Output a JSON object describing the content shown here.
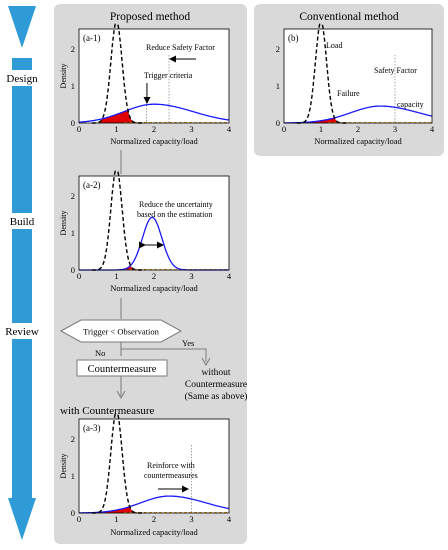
{
  "stages": [
    "Design",
    "Build",
    "Review"
  ],
  "proposed": {
    "title": "Proposed method",
    "panels": {
      "a1": {
        "tag": "(a-1)",
        "ylabel": "Density",
        "xlabel": "Normalized capacity/load",
        "xticks": [
          "0",
          "1",
          "2",
          "3",
          "4"
        ],
        "yticks": [
          "0",
          "1",
          "2"
        ],
        "annotations": {
          "reduce_sf": "Reduce Safety Factor",
          "trigger": "Trigger criteria"
        }
      },
      "a2": {
        "tag": "(a-2)",
        "ylabel": "Density",
        "xlabel": "Normalized capacity/load",
        "xticks": [
          "0",
          "1",
          "2",
          "3",
          "4"
        ],
        "yticks": [
          "0",
          "1",
          "2"
        ],
        "annotations": {
          "line1": "Reduce the uncertainty",
          "line2": "based on the estimation"
        }
      },
      "a3": {
        "tag": "(a-3)",
        "ylabel": "Density",
        "xlabel": "Normalized capacity/load",
        "xticks": [
          "0",
          "1",
          "2",
          "3",
          "4"
        ],
        "yticks": [
          "0",
          "1",
          "2"
        ],
        "annotations": {
          "line1": "Reinforce with",
          "line2": "countermeasures"
        }
      }
    },
    "flow": {
      "decision": "Trigger < Observation",
      "no": "No",
      "yes": "Yes",
      "countermeasure": "Countermeasure",
      "without": [
        "without",
        "Countermeasure",
        "(Same as above)"
      ],
      "with": "with Countermeasure"
    }
  },
  "conventional": {
    "title": "Conventional method",
    "panel": {
      "tag": "(b)",
      "xlabel": "Normalized capacity/load",
      "xticks": [
        "0",
        "1",
        "2",
        "3",
        "4"
      ],
      "yticks": [
        "0",
        "1",
        "2"
      ],
      "annotations": {
        "load": "Load",
        "failure": "Failure",
        "safety_factor": "Safety Factor",
        "capacity": "capacity"
      }
    }
  },
  "colors": {
    "panel_bg": "#d9d9d9",
    "arrow_blue": "#2e9bd6",
    "capacity_curve": "#1a1aff",
    "load_curve": "#000000",
    "failure_fill": "#e00000",
    "guide_line": "#8c8c8c"
  },
  "chart_data": [
    {
      "type": "line",
      "id": "a-1",
      "xlim": [
        0,
        4
      ],
      "ylim": [
        0,
        2.5
      ],
      "series": [
        {
          "name": "Load",
          "style": "dashed",
          "mean": 1.0,
          "sd": 0.15,
          "peak": 2.7
        },
        {
          "name": "Capacity",
          "mean": 2.0,
          "sd": 0.8,
          "peak": 0.5,
          "skew": 0.15
        }
      ],
      "markers": {
        "trigger_x": 1.8,
        "safety_factor_x": 2.4
      }
    },
    {
      "type": "line",
      "id": "a-2",
      "xlim": [
        0,
        4
      ],
      "ylim": [
        0,
        2.5
      ],
      "series": [
        {
          "name": "Load",
          "style": "dashed",
          "mean": 1.0,
          "sd": 0.15,
          "peak": 2.7
        },
        {
          "name": "Capacity",
          "mean": 1.95,
          "sd": 0.26,
          "peak": 1.4
        }
      ]
    },
    {
      "type": "line",
      "id": "a-3",
      "xlim": [
        0,
        4
      ],
      "ylim": [
        0,
        2.5
      ],
      "series": [
        {
          "name": "Load",
          "style": "dashed",
          "mean": 1.0,
          "sd": 0.15,
          "peak": 2.7
        },
        {
          "name": "Capacity",
          "mean": 2.4,
          "sd": 0.75,
          "peak": 0.45,
          "skew": 0.15
        }
      ],
      "markers": {
        "safety_factor_x": 3.0
      }
    },
    {
      "type": "line",
      "id": "b",
      "xlim": [
        0,
        4
      ],
      "ylim": [
        0,
        2.5
      ],
      "series": [
        {
          "name": "Load",
          "style": "dashed",
          "mean": 1.0,
          "sd": 0.15,
          "peak": 2.7
        },
        {
          "name": "Capacity",
          "mean": 2.6,
          "sd": 0.8,
          "peak": 0.45,
          "skew": 0.15
        }
      ],
      "markers": {
        "safety_factor_x": 3.0
      }
    }
  ]
}
